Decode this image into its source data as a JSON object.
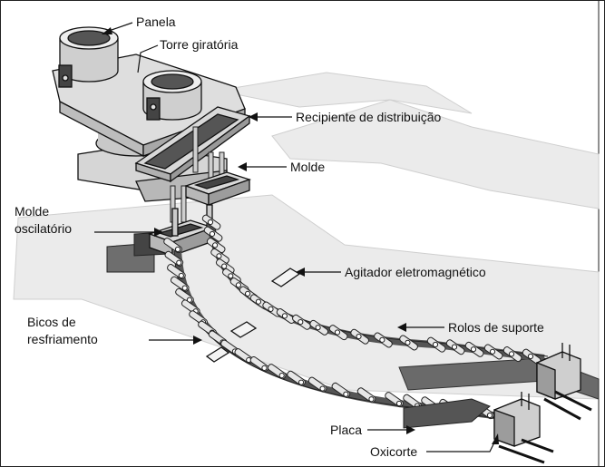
{
  "labels": {
    "panela": "Panela",
    "torre_giratoria": "Torre giratória",
    "recipiente": "Recipiente de distribuição",
    "molde": "Molde",
    "molde_oscilatorio_1": "Molde",
    "molde_oscilatorio_2": "oscilatório",
    "agitador": "Agitador eletromagnético",
    "bicos_1": "Bicos de",
    "bicos_2": "resfriamento",
    "rolos": "Rolos de suporte",
    "placa": "Placa",
    "oxicorte": "Oxicorte"
  },
  "colors": {
    "floor": "#ebebeb",
    "machine_light": "#d6d6d6",
    "machine_mid": "#b8b8b8",
    "machine_dark": "#444444",
    "strand": "#555555",
    "roller": "#e6e6e6"
  }
}
